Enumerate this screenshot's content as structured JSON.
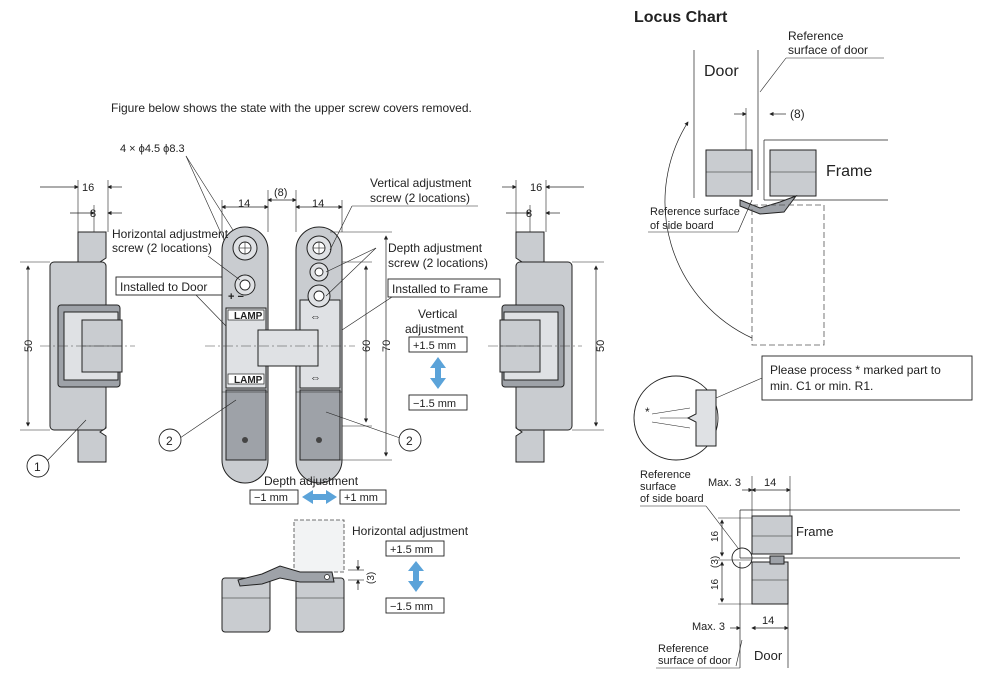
{
  "intro_text": "Figure below shows the state with the upper screw covers removed.",
  "locus": {
    "title": "Locus Chart",
    "ref_door_line1": "Reference",
    "ref_door_line2": "surface of door",
    "door": "Door",
    "frame": "Frame",
    "dim_8": "(8)",
    "ref_side_line1": "Reference surface",
    "ref_side_line2": "of side board",
    "note_line1": "Please process * marked part to",
    "note_line2": "min. C1 or min. R1.",
    "star": "*"
  },
  "detail": {
    "ref_side_line1": "Reference",
    "ref_side_line2": "surface",
    "ref_side_line3": "of side board",
    "max3_top": "Max. 3",
    "dim_14_top": "14",
    "frame": "Frame",
    "dim_16_upper": "16",
    "dim_3": "(3)",
    "dim_16_lower": "16",
    "max3_bottom": "Max. 3",
    "dim_14_bottom": "14",
    "ref_door_line1": "Reference",
    "ref_door_line2": "surface of door",
    "door": "Door"
  },
  "hinge": {
    "holes_label": "4 × ϕ4.5 ϕ8.3",
    "dim_14_left": "14",
    "dim_8_mid": "(8)",
    "dim_14_right": "14",
    "vertical_screw_line1": "Vertical adjustment",
    "vertical_screw_line2": "screw (2 locations)",
    "horizontal_screw_line1": "Horizontal adjustment",
    "horizontal_screw_line2": "screw (2 locations)",
    "depth_screw_line1": "Depth adjustment",
    "depth_screw_line2": "screw (2 locations)",
    "installed_door": "Installed to Door",
    "installed_frame": "Installed to Frame",
    "vertical_adj_line1": "Vertical",
    "vertical_adj_line2": "adjustment",
    "vertical_plus": "+1.5 mm",
    "vertical_minus": "−1.5 mm",
    "dim_60": "60",
    "dim_70": "70",
    "callout_2": "2",
    "brand_1": "LAMP",
    "brand_2": "LAMP"
  },
  "side_left": {
    "dim_16": "16",
    "dim_8": "8",
    "dim_50": "50",
    "callout_1": "1"
  },
  "side_right": {
    "dim_16": "16",
    "dim_8": "8",
    "dim_50": "50"
  },
  "depth": {
    "title": "Depth adjustment",
    "minus": "−1 mm",
    "plus": "+1 mm"
  },
  "horizontal": {
    "title": "Horizontal adjustment",
    "plus": "+1.5 mm",
    "minus": "−1.5 mm",
    "dim_3": "(3)"
  },
  "colors": {
    "part": "#c9ccd0",
    "part_dark": "#9ea2a8",
    "arrow": "#5ba3d9"
  }
}
